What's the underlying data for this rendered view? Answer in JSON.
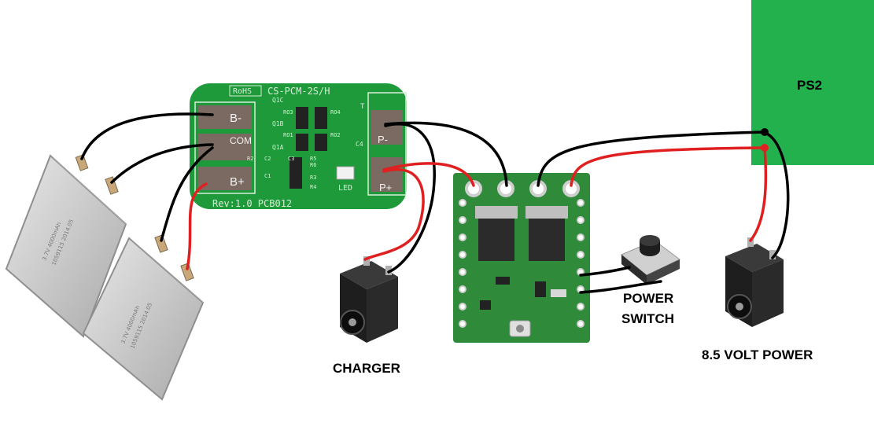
{
  "diagram": {
    "labels": {
      "ps2": "PS2",
      "charger": "CHARGER",
      "power_switch_line1": "POWER",
      "power_switch_line2": "SWITCH",
      "power_in": "8.5 VOLT POWER"
    },
    "bms_board": {
      "rohs": "RoHS",
      "model": "CS-PCM-2S/H",
      "revision": "Rev:1.0  PCB012",
      "pads": {
        "b_minus": "B-",
        "com": "COM",
        "b_plus": "B+",
        "p_minus": "P-",
        "p_plus": "P+"
      },
      "led": "LED",
      "silk_refs": [
        "Q1C",
        "Q1B",
        "Q1A",
        "RO3",
        "RO1",
        "RO2",
        "RO4",
        "R5",
        "R6",
        "C3",
        "C2",
        "C1",
        "R2",
        "R3",
        "R4",
        "C4",
        "T"
      ]
    },
    "battery_cell": {
      "label_lines": [
        "3.7V 4000mAh",
        "1059115 2014.05"
      ]
    },
    "colors": {
      "ps2_block": "#22b14c",
      "pcb_green": "#1f9a3a",
      "wire_red": "#e02020",
      "wire_black": "#000000",
      "pad_metal": "#7a6a62"
    }
  }
}
